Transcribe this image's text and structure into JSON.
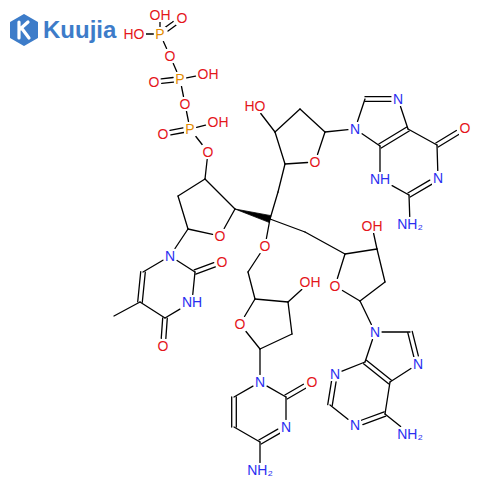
{
  "diagram": {
    "labels": [
      "Kuujia",
      "OH",
      "O",
      "HO",
      "P",
      "O",
      "O",
      "P",
      "OH",
      "O",
      "O",
      "P",
      "OH",
      "O",
      "HO",
      "O",
      "N",
      "N",
      "O",
      "NH",
      "N",
      "NH₂",
      "O",
      "O",
      "OH",
      "O",
      "N",
      "O",
      "NH",
      "O",
      "O",
      "OH",
      "N",
      "N",
      "N",
      "N",
      "NH₂",
      "N",
      "N",
      "O",
      "NH₂"
    ]
  }
}
